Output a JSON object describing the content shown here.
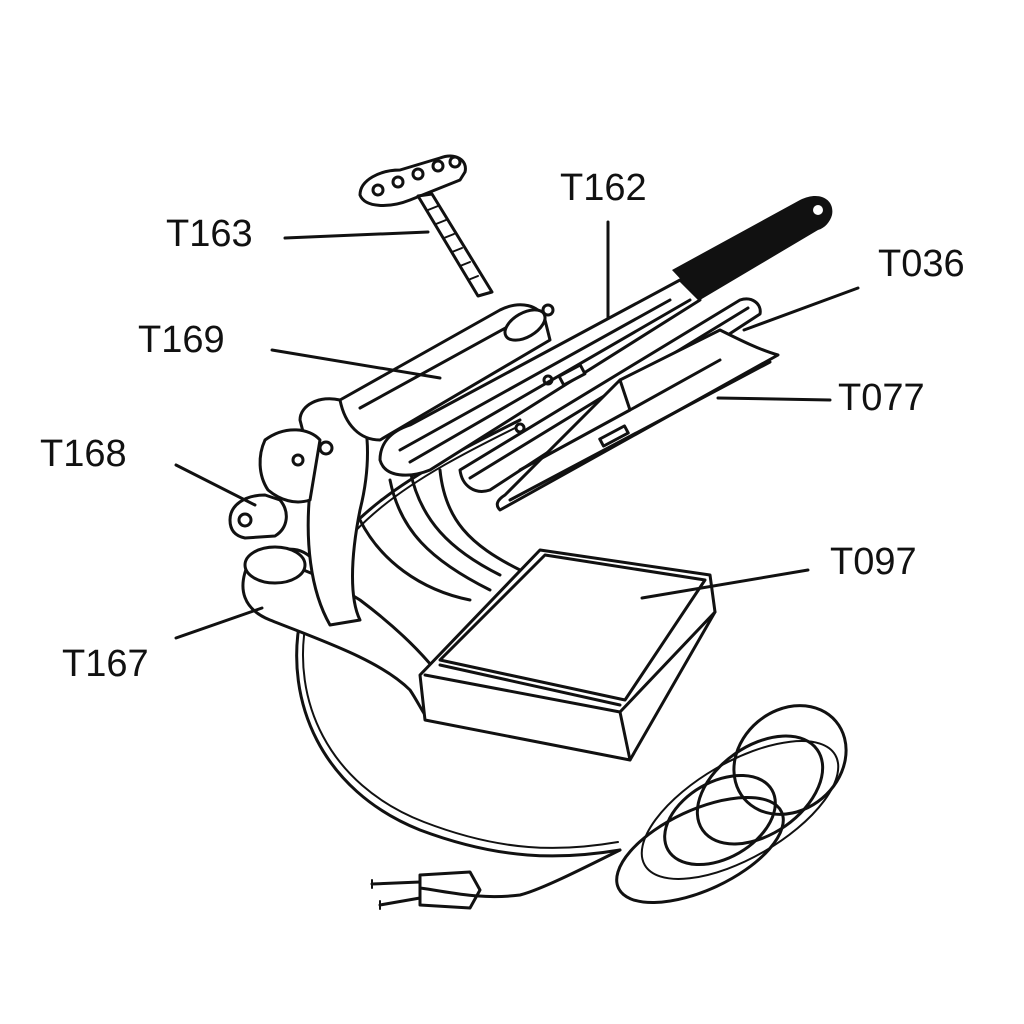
{
  "labels": {
    "t163": "T163",
    "t162": "T162",
    "t036": "T036",
    "t169": "T169",
    "t077": "T077",
    "t168": "T168",
    "t097": "T097",
    "t167": "T167"
  }
}
